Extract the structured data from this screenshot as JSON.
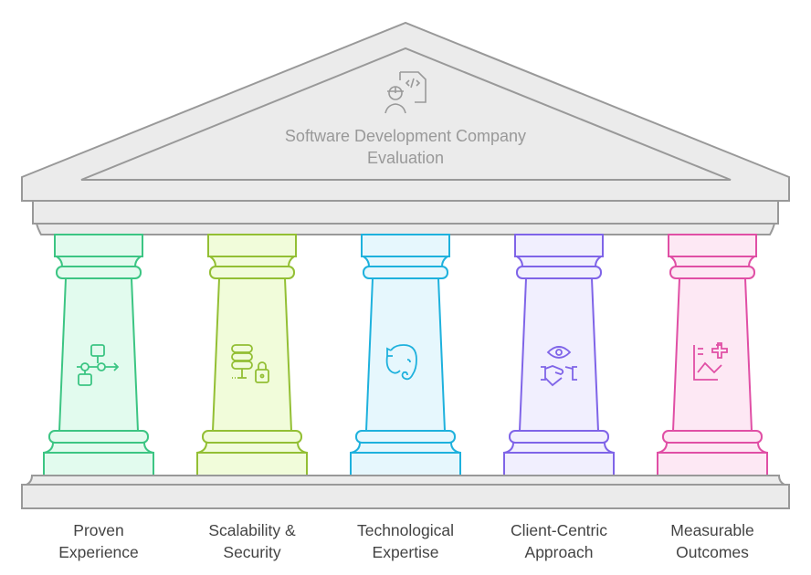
{
  "title": {
    "line1": "Software Development Company",
    "line2": "Evaluation",
    "icon": "developer-code-icon"
  },
  "structure_colors": {
    "stroke": "#999999",
    "fill": "#ebebeb"
  },
  "pillars": [
    {
      "line1": "Proven",
      "line2": "Experience",
      "stroke": "#3cc583",
      "fill": "#e2fbee",
      "icon": "workflow-icon"
    },
    {
      "line1": "Scalability &",
      "line2": "Security",
      "stroke": "#93bf34",
      "fill": "#f1fcda",
      "icon": "server-lock-icon"
    },
    {
      "line1": "Technological",
      "line2": "Expertise",
      "stroke": "#1eb1dd",
      "fill": "#e6f7fd",
      "icon": "elephant-icon"
    },
    {
      "line1": "Client-Centric",
      "line2": "Approach",
      "stroke": "#7f64e8",
      "fill": "#f1effe",
      "icon": "eye-handshake-icon"
    },
    {
      "line1": "Measurable",
      "line2": "Outcomes",
      "stroke": "#e04fa5",
      "fill": "#fde8f4",
      "icon": "chart-plus-icon"
    }
  ]
}
